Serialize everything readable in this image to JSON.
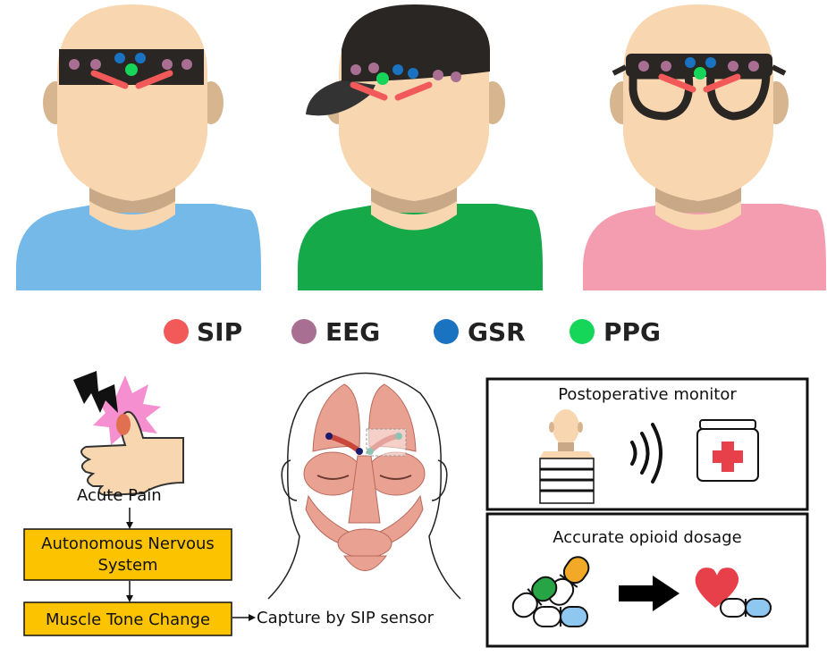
{
  "legend": [
    {
      "label": "SIP",
      "color": "#f25a5a"
    },
    {
      "label": "EEG",
      "color": "#a86f92"
    },
    {
      "label": "GSR",
      "color": "#1a73c0"
    },
    {
      "label": "PPG",
      "color": "#16d65a"
    }
  ],
  "figures": [
    {
      "variant": "headband",
      "shirt_color": "#74b9e8"
    },
    {
      "variant": "cap",
      "shirt_color": "#16a94a"
    },
    {
      "variant": "glasses",
      "shirt_color": "#f59db0"
    }
  ],
  "flow": {
    "acute_pain": "Acute Pain",
    "ans_line1": "Autonomous Nervous",
    "ans_line2": "System",
    "muscle": "Muscle Tone Change",
    "capture": "Capture by SIP sensor",
    "box_color": "#fcc400"
  },
  "panels": {
    "monitor_title": "Postoperative monitor",
    "dosage_title": "Accurate opioid dosage"
  },
  "colors": {
    "skin": "#f8d7b0",
    "ear": "#d7b58f",
    "neck_shadow": "#c8a887",
    "band": "#2a2624"
  }
}
